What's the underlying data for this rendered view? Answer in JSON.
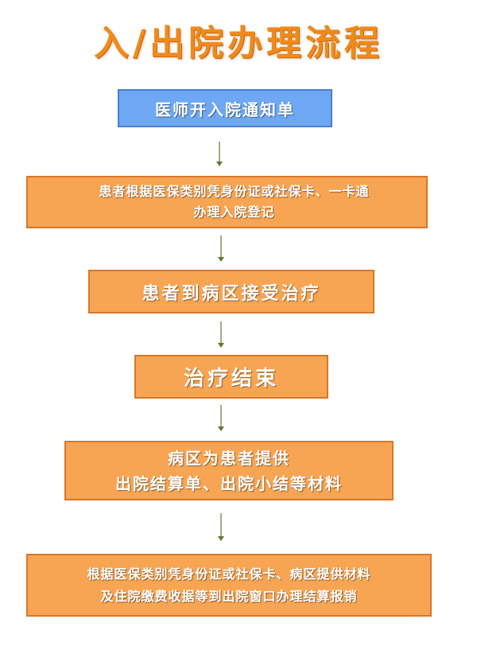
{
  "title": "入/出院办理流程",
  "colors": {
    "title": "#f08a1c",
    "box_blue": "#6ea8f4",
    "box_orange": "#f8a553",
    "box_orange_border": "#d8772a",
    "arrow": "#5e7a2e"
  },
  "steps": [
    {
      "lines": [
        "医师开入院通知单"
      ]
    },
    {
      "lines": [
        "患者根据医保类别凭身份证或社保卡、一卡通",
        "办理入院登记"
      ]
    },
    {
      "lines": [
        "患者到病区接受治疗"
      ]
    },
    {
      "lines": [
        "治疗结束"
      ]
    },
    {
      "lines": [
        "病区为患者提供",
        "出院结算单、出院小结等材料"
      ]
    },
    {
      "lines": [
        "根据医保类别凭身份证或社保卡、病区提供材料",
        "及住院缴费收据等到出院窗口办理结算报销"
      ]
    }
  ]
}
